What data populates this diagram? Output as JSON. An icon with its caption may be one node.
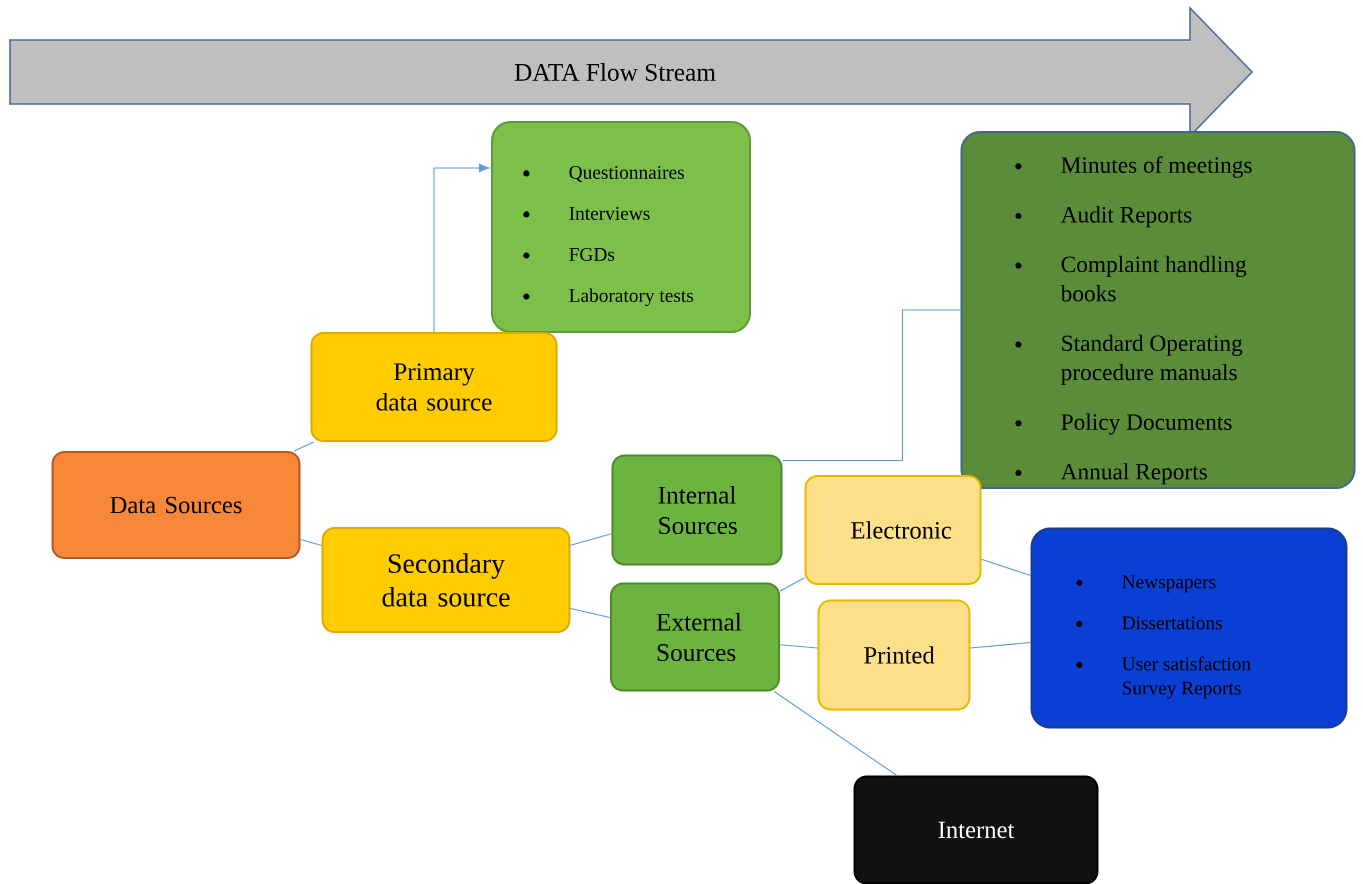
{
  "diagram": {
    "nodes": [
      {
        "text": [
          "DATA Flow Stream"
        ]
      },
      {
        "text": [
          "Questionnaires",
          "Interviews",
          "FGDs",
          "Laboratory tests"
        ]
      },
      {
        "text": [
          "Primary data source"
        ]
      },
      {
        "text": [
          "Minutes of meetings",
          "Audit Reports",
          "Complaint handling books",
          "Standard Operating procedure manuals",
          "Policy Documents",
          "Annual Reports"
        ]
      },
      {
        "text": [
          "Data Sources"
        ]
      },
      {
        "text": [
          "Internal Sources"
        ]
      },
      {
        "text": [
          "Electronic"
        ]
      },
      {
        "text": [
          "Secondary data source"
        ]
      },
      {
        "text": [
          "Newspapers",
          "Dissertations",
          "User satisfaction Survey Reports"
        ]
      },
      {
        "text": [
          "External Sources"
        ]
      },
      {
        "text": [
          "Printed"
        ]
      },
      {
        "text": [
          "Internet"
        ]
      }
    ],
    "edges": [
      {
        "from": 4,
        "to": 2,
        "arrow": "none"
      },
      {
        "from": 4,
        "to": 7,
        "arrow": "none"
      },
      {
        "from": 2,
        "to": 1,
        "arrow": "to"
      },
      {
        "from": 7,
        "to": 5,
        "arrow": "none"
      },
      {
        "from": 7,
        "to": 9,
        "arrow": "none"
      },
      {
        "from": 5,
        "to": 3,
        "arrow": "none"
      },
      {
        "from": 9,
        "to": 6,
        "arrow": "none"
      },
      {
        "from": 9,
        "to": 10,
        "arrow": "none"
      },
      {
        "from": 6,
        "to": 8,
        "arrow": "none"
      },
      {
        "from": 10,
        "to": 8,
        "arrow": "none"
      },
      {
        "from": 9,
        "to": 11,
        "arrow": "none"
      }
    ]
  }
}
